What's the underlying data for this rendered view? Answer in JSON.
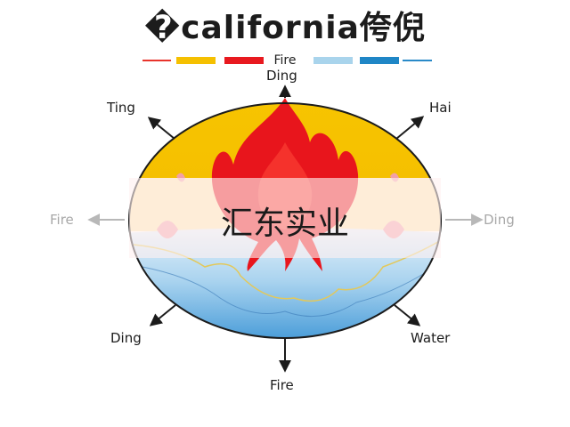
{
  "title": "�california侉倪",
  "legend": {
    "label": "Fire",
    "colors": {
      "red_line": "#e8342c",
      "yellow": "#f5c000",
      "red": "#e8191f",
      "light_blue": "#a9d4ec",
      "blue": "#1f86c6",
      "blue_line": "#2a8ac8"
    }
  },
  "directions": {
    "top": "Ding",
    "top_left": "Ting",
    "top_right": "Hai",
    "left": "Fire",
    "right": "Ding",
    "bottom_left": "Ding",
    "bottom_right": "Water",
    "bottom": "Fire"
  },
  "watermark": "汇东实业",
  "colors": {
    "yellow": "#f6c200",
    "cream": "#fbe9b0",
    "fire_red": "#e8151c",
    "water_light": "#d7eaf7",
    "water_blue": "#4fa3dc",
    "outline": "#1b1b1b",
    "arrow_gray": "#b8b8b8"
  }
}
